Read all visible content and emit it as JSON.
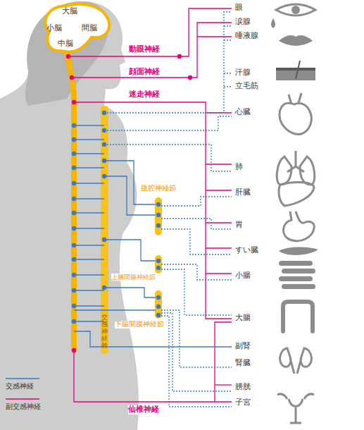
{
  "diagram": {
    "nodes": [
      {
        "text": [
          "大脳",
          "小脳",
          "間脳",
          "中脳"
        ]
      }
    ],
    "labels": [
      "動眼神経",
      "顔面神経",
      "迷走神経",
      "腹腔神経節",
      "上腸間膜神経節",
      "下腸間膜神経節",
      "交感神経幹",
      "仙椎神経",
      "眼",
      "涙腺",
      "唾液腺",
      "汗腺",
      "立毛筋",
      "心臓",
      "肺",
      "肝臓",
      "胃",
      "すい臓",
      "小腸",
      "大腸",
      "副腎",
      "腎臓",
      "膀胱",
      "子宮"
    ],
    "legend": [
      {
        "text": "交感神経"
      },
      {
        "text": "副交感神経"
      }
    ]
  }
}
